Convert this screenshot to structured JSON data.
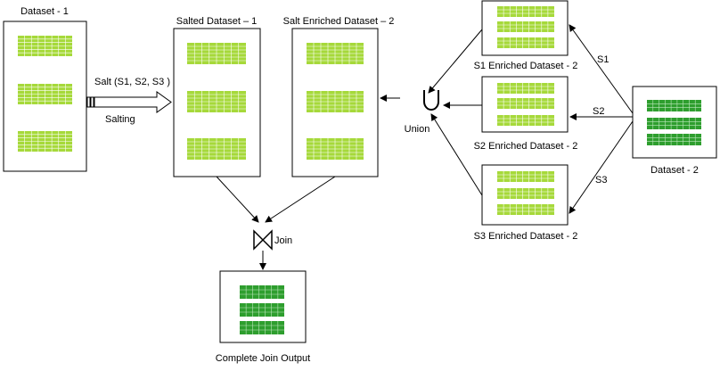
{
  "labels": {
    "dataset1": "Dataset - 1",
    "salted_dataset1": "Salted Dataset – 1",
    "salt_enriched_dataset2": "Salt Enriched Dataset – 2",
    "salt_keys": "Salt (S1, S2, S3 )",
    "salting": "Salting",
    "union": "Union",
    "join": "Join",
    "complete_join_output": "Complete Join Output",
    "s1_enriched": "S1 Enriched Dataset - 2",
    "s2_enriched": "S2 Enriched Dataset - 2",
    "s3_enriched": "S3 Enriched Dataset - 2",
    "dataset2": "Dataset - 2",
    "s1": "S1",
    "s2": "S2",
    "s3": "S3"
  },
  "colors": {
    "light_table_fill": "#a6d93a",
    "light_table_line": "#ffffff",
    "dark_table_fill": "#2e9e2e",
    "dark_table_line": "#bde8bd",
    "box_border": "#000000",
    "arrow": "#000000"
  }
}
